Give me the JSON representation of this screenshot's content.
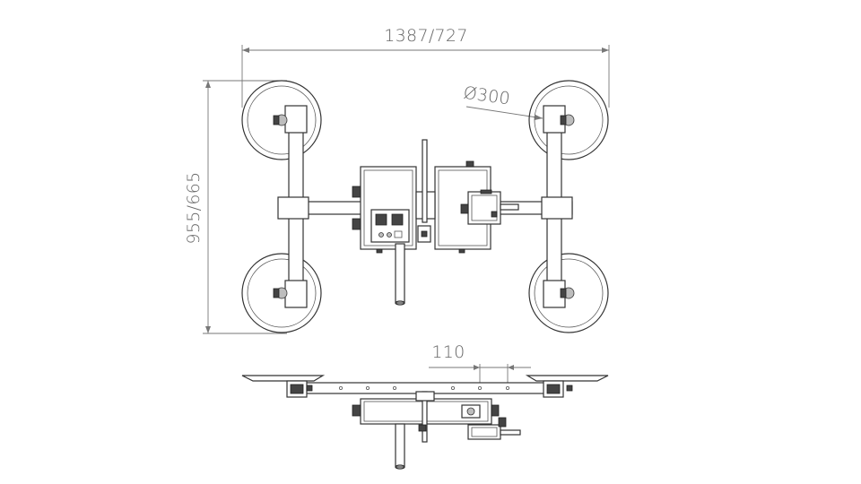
{
  "dimensions": {
    "overall_width": "1387/727",
    "overall_height": "955/665",
    "pad_diameter": "Ø300",
    "tube_spacing": "110"
  },
  "colors": {
    "line": "#333333",
    "dimension": "#777777",
    "text": "#666666",
    "background": "#ffffff"
  }
}
